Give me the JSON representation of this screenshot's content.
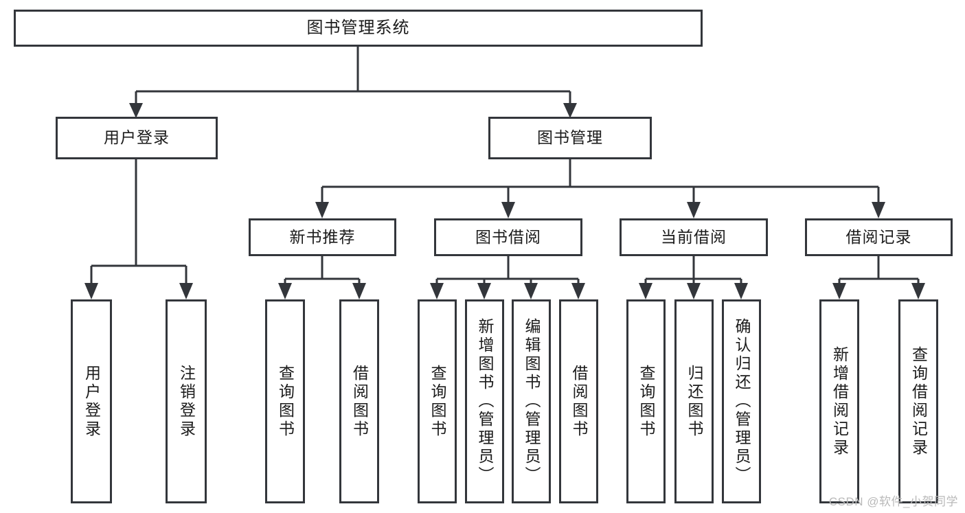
{
  "diagram": {
    "title": "图书管理系统",
    "type": "tree",
    "watermark": "CSDN @软件_小贺同学",
    "colors": {
      "stroke": "#33363b",
      "fill": "#ffffff",
      "text": "#1b1b1b",
      "watermark": "#b9b9b9"
    },
    "nodes": {
      "root": {
        "label": "图书管理系统"
      },
      "level1": [
        {
          "id": "user-login",
          "label": "用户登录"
        },
        {
          "id": "book-manage",
          "label": "图书管理"
        }
      ],
      "level2": [
        {
          "id": "new-book-rec",
          "label": "新书推荐"
        },
        {
          "id": "book-borrow",
          "label": "图书借阅"
        },
        {
          "id": "current-borrow",
          "label": "当前借阅"
        },
        {
          "id": "borrow-record",
          "label": "借阅记录"
        }
      ],
      "leaves": {
        "user_login": [
          {
            "id": "leaf-user-login",
            "label": "用户登录"
          },
          {
            "id": "leaf-logout",
            "label": "注销登录"
          }
        ],
        "new_book_rec": [
          {
            "id": "leaf-query-book-1",
            "label": "查询图书"
          },
          {
            "id": "leaf-borrow-book-1",
            "label": "借阅图书"
          }
        ],
        "book_borrow": [
          {
            "id": "leaf-query-book-2",
            "label": "查询图书"
          },
          {
            "id": "leaf-add-book",
            "label": "新增图书（管理员）"
          },
          {
            "id": "leaf-edit-book",
            "label": "编辑图书（管理员）"
          },
          {
            "id": "leaf-borrow-book-2",
            "label": "借阅图书"
          }
        ],
        "current_borrow": [
          {
            "id": "leaf-query-book-3",
            "label": "查询图书"
          },
          {
            "id": "leaf-return-book",
            "label": "归还图书"
          },
          {
            "id": "leaf-confirm-return",
            "label": "确认归还（管理员）"
          }
        ],
        "borrow_record": [
          {
            "id": "leaf-add-record",
            "label": "新增借阅记录"
          },
          {
            "id": "leaf-query-record",
            "label": "查询借阅记录"
          }
        ]
      }
    }
  }
}
